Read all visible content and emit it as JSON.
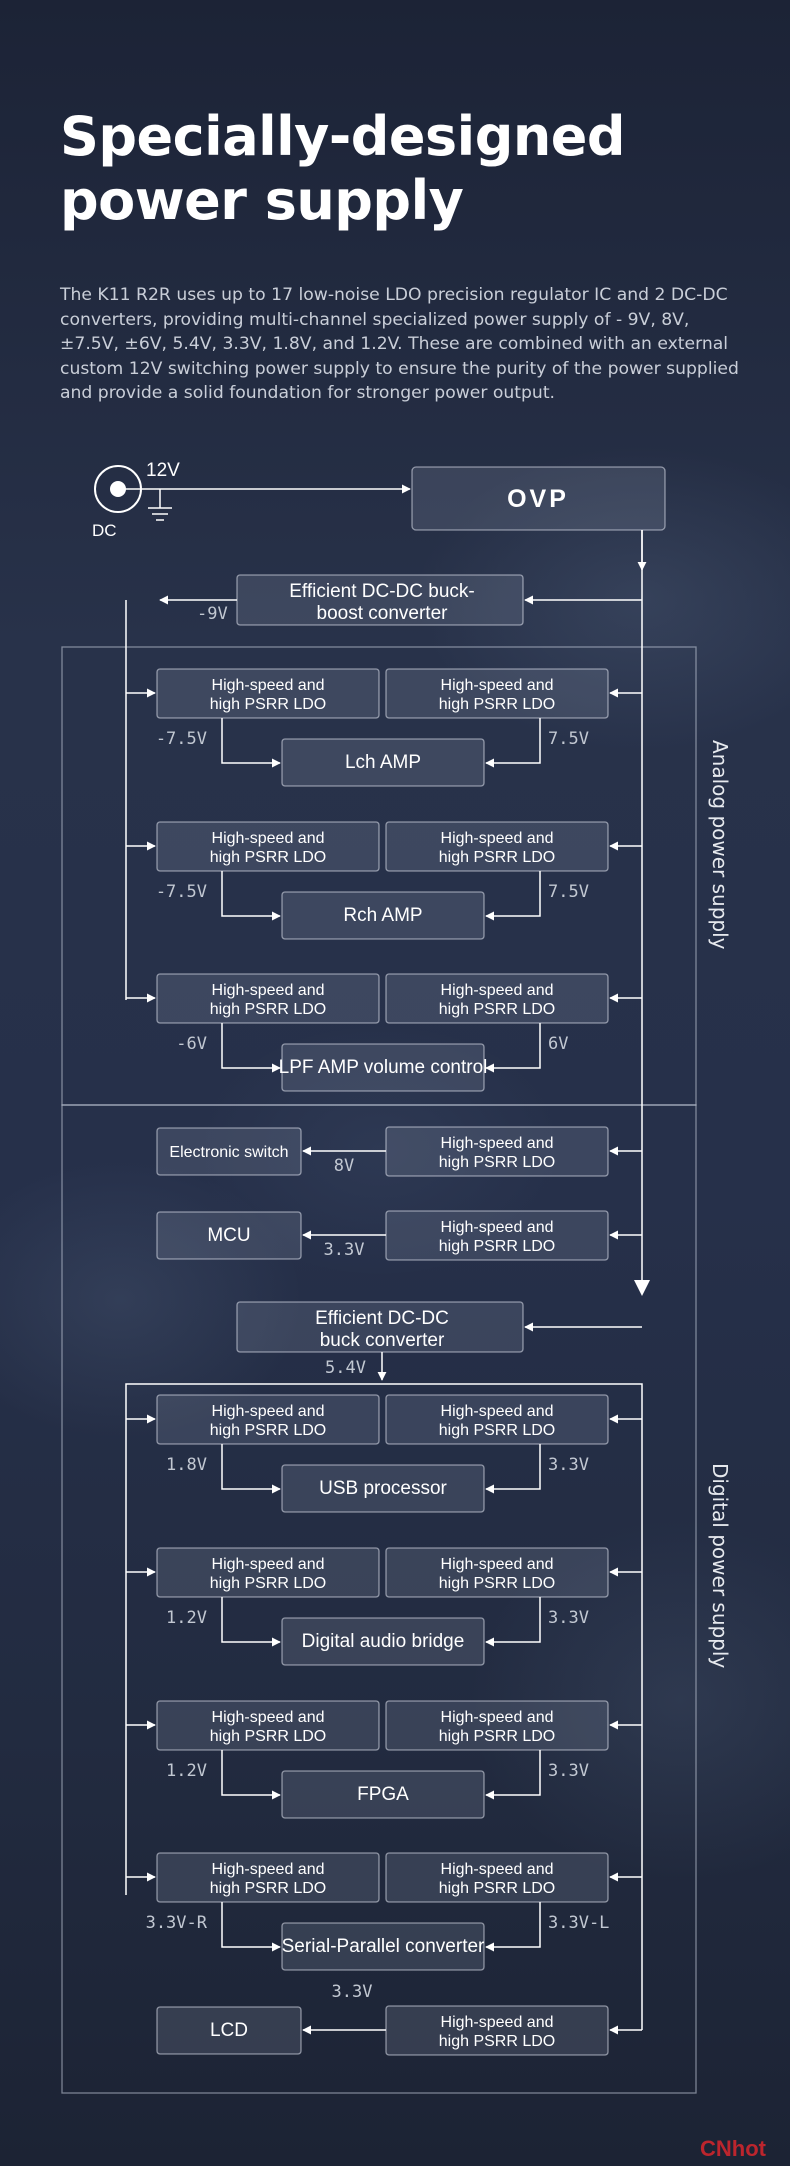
{
  "header": {
    "title_line1": "Specially-designed",
    "title_line2": "power supply",
    "description": "The K11 R2R uses up to 17 low-noise LDO precision regulator IC and 2 DC-DC converters, providing multi-channel specialized power supply of  - 9V, 8V, ±7.5V, ±6V, 5.4V, 3.3V, 1.8V, and 1.2V. These are combined with an external custom 12V switching power supply to ensure the purity of the power supplied and provide a solid foundation for stronger power output."
  },
  "diagram": {
    "input": {
      "dc_label": "DC",
      "voltage": "12V"
    },
    "ovp": "OVP",
    "buck_boost": {
      "line1": "Efficient DC-DC buck-",
      "line2": "boost converter",
      "output": "-9V"
    },
    "ldo": {
      "line1": "High-speed and",
      "line2": "high PSRR LDO"
    },
    "analog_section": "Analog power supply",
    "digital_section": "Digital power supply",
    "analog_rows": [
      {
        "target": "Lch AMP",
        "left_v": "-7.5V",
        "right_v": "7.5V"
      },
      {
        "target": "Rch AMP",
        "left_v": "-7.5V",
        "right_v": "7.5V"
      },
      {
        "target": "LPF AMP volume control",
        "left_v": "-6V",
        "right_v": "6V"
      }
    ],
    "single_rows": [
      {
        "target": "Electronic switch",
        "v": "8V"
      },
      {
        "target": "MCU",
        "v": "3.3V"
      }
    ],
    "buck": {
      "line1": "Efficient DC-DC",
      "line2": "buck converter",
      "output": "5.4V"
    },
    "digital_rows": [
      {
        "target": "USB processor",
        "left_v": "1.8V",
        "right_v": "3.3V"
      },
      {
        "target": "Digital audio bridge",
        "left_v": "1.2V",
        "right_v": "3.3V"
      },
      {
        "target": "FPGA",
        "left_v": "1.2V",
        "right_v": "3.3V"
      },
      {
        "target": "Serial-Parallel converter",
        "left_v": "3.3V-R",
        "right_v": "3.3V-L"
      }
    ],
    "lcd_row": {
      "target": "LCD",
      "v": "3.3V"
    }
  },
  "watermark": "CNhot",
  "colors": {
    "background": "#222b40",
    "text": "#ffffff",
    "voltage_label": "#c2c8d2",
    "watermark": "#d8262c"
  }
}
